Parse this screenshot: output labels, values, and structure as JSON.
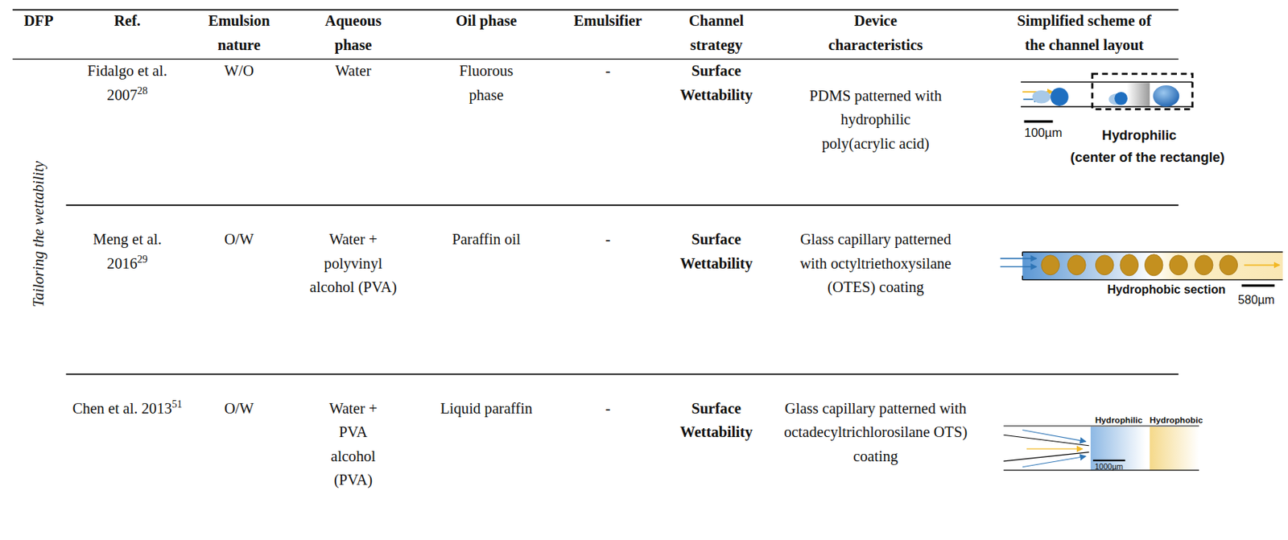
{
  "diagram": {
    "labels": [
      "DFP",
      "Ref.",
      "Emulsion nature",
      "Aqueous phase",
      "Oil phase",
      "Emulsifier",
      "Channel strategy",
      "Device characteristics",
      "Simplified scheme of the channel layout",
      "Fidalgo et al. 2007",
      "28",
      "W/O",
      "Water",
      "Fluorous phase",
      "-",
      "Surface Wettability",
      "PDMS patterned with hydrophilic poly(acrylic acid)",
      "100µm",
      "Hydrophilic",
      "(center of the rectangle)",
      "Meng et al. 2016",
      "29",
      "O/W",
      "Water + polyvinyl alcohol (PVA)",
      "Paraffin oil",
      "-",
      "Surface Wettability",
      "Glass capillary patterned with octyltriethoxysilane (OTES) coating",
      "Hydrophobic section",
      "580µm",
      "Chen et al. 2013",
      "51",
      "O/W",
      "Water + PVA alcohol (PVA)",
      "Liquid paraffin",
      "-",
      "Surface Wettability",
      "Glass capillary patterned with octadecyltrichlorosilane OTS) coating",
      "Hydrophilic",
      "Hydrophobic",
      "1000µm",
      "Tailoring the wettability"
    ]
  }
}
